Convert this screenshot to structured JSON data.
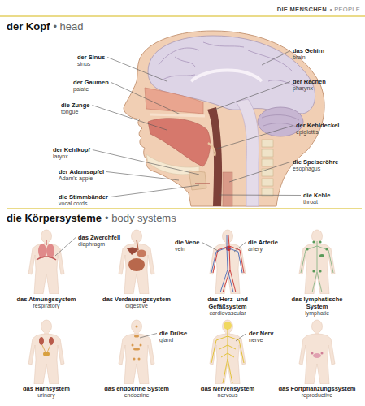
{
  "diagram": {
    "labels": [
      "DIE MENSCHEN",
      "• PEOPLE",
      "der Kopf",
      "• head",
      "der Sinus",
      "sinus",
      "der Gaumen",
      "palate",
      "die Zunge",
      "tongue",
      "der Kehlkopf",
      "larynx",
      "der Adamsapfel",
      "Adam's apple",
      "die Stimmbänder",
      "vocal cords",
      "das Gehirn",
      "brain",
      "der Rachen",
      "pharynx",
      "der Kehldeckel",
      "epiglottis",
      "die Speiseröhre",
      "esophagus",
      "die Kehle",
      "throat",
      "die Körpersysteme",
      "• body systems",
      "das Zwerchfell",
      "diaphragm",
      "die Vene",
      "vein",
      "die Arterie",
      "artery",
      "das Atmungssystem",
      "respiratory",
      "das Verdauungssystem",
      "digestive",
      "das Herz- und Gefäßsystem",
      "cardiovascular",
      "das lymphatische System",
      "lymphatic",
      "die Drüse",
      "gland",
      "der Nerv",
      "nerve",
      "das Harnsystem",
      "urinary",
      "das endokrine System",
      "endocrine",
      "das Nervensystem",
      "nervous",
      "das Fortpflanzungssystem",
      "reproductive"
    ]
  }
}
